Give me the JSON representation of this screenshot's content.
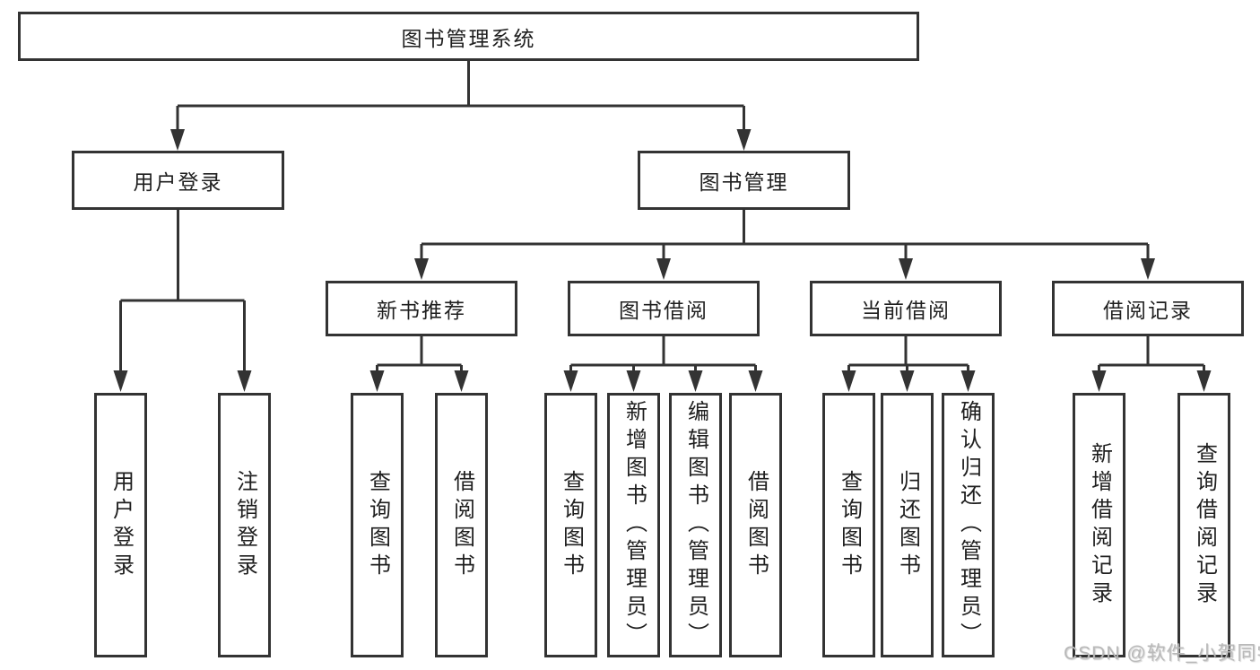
{
  "diagram_title": "图书管理系统",
  "nodes": {
    "root": {
      "label": "图书管理系统"
    },
    "level2": [
      {
        "id": "user-login",
        "label": "用户登录"
      },
      {
        "id": "book-management",
        "label": "图书管理"
      }
    ],
    "level3": [
      {
        "id": "new-book-recommend",
        "label": "新书推荐",
        "parent": "图书管理"
      },
      {
        "id": "book-borrow",
        "label": "图书借阅",
        "parent": "图书管理"
      },
      {
        "id": "current-borrow",
        "label": "当前借阅",
        "parent": "图书管理"
      },
      {
        "id": "borrow-records",
        "label": "借阅记录",
        "parent": "图书管理"
      }
    ],
    "leaves": [
      {
        "id": "user-login-leaf",
        "label": "用户登录",
        "parent": "用户登录"
      },
      {
        "id": "logout",
        "label": "注销登录",
        "parent": "用户登录"
      },
      {
        "id": "query-books-recommend",
        "label": "查询图书",
        "parent": "新书推荐"
      },
      {
        "id": "borrow-books-recommend",
        "label": "借阅图书",
        "parent": "新书推荐"
      },
      {
        "id": "query-books-borrow",
        "label": "查询图书",
        "parent": "图书借阅"
      },
      {
        "id": "add-books-admin",
        "label": "新增图书（管理员）",
        "parent": "图书借阅"
      },
      {
        "id": "edit-books-admin",
        "label": "编辑图书（管理员）",
        "parent": "图书借阅"
      },
      {
        "id": "borrow-books-borrow",
        "label": "借阅图书",
        "parent": "图书借阅"
      },
      {
        "id": "query-books-current",
        "label": "查询图书",
        "parent": "当前借阅"
      },
      {
        "id": "return-books",
        "label": "归还图书",
        "parent": "当前借阅"
      },
      {
        "id": "confirm-return-admin",
        "label": "确认归还（管理员）",
        "parent": "当前借阅"
      },
      {
        "id": "add-borrow-record",
        "label": "新增借阅记录",
        "parent": "借阅记录"
      },
      {
        "id": "query-borrow-record",
        "label": "查询借阅记录",
        "parent": "借阅记录"
      }
    ]
  },
  "watermark": {
    "text": "CSDN @软件_小贺同学"
  },
  "colors": {
    "line": "#333333",
    "text": "#1f1f1f",
    "watermark": "#b9b9b9",
    "background": "#ffffff"
  }
}
